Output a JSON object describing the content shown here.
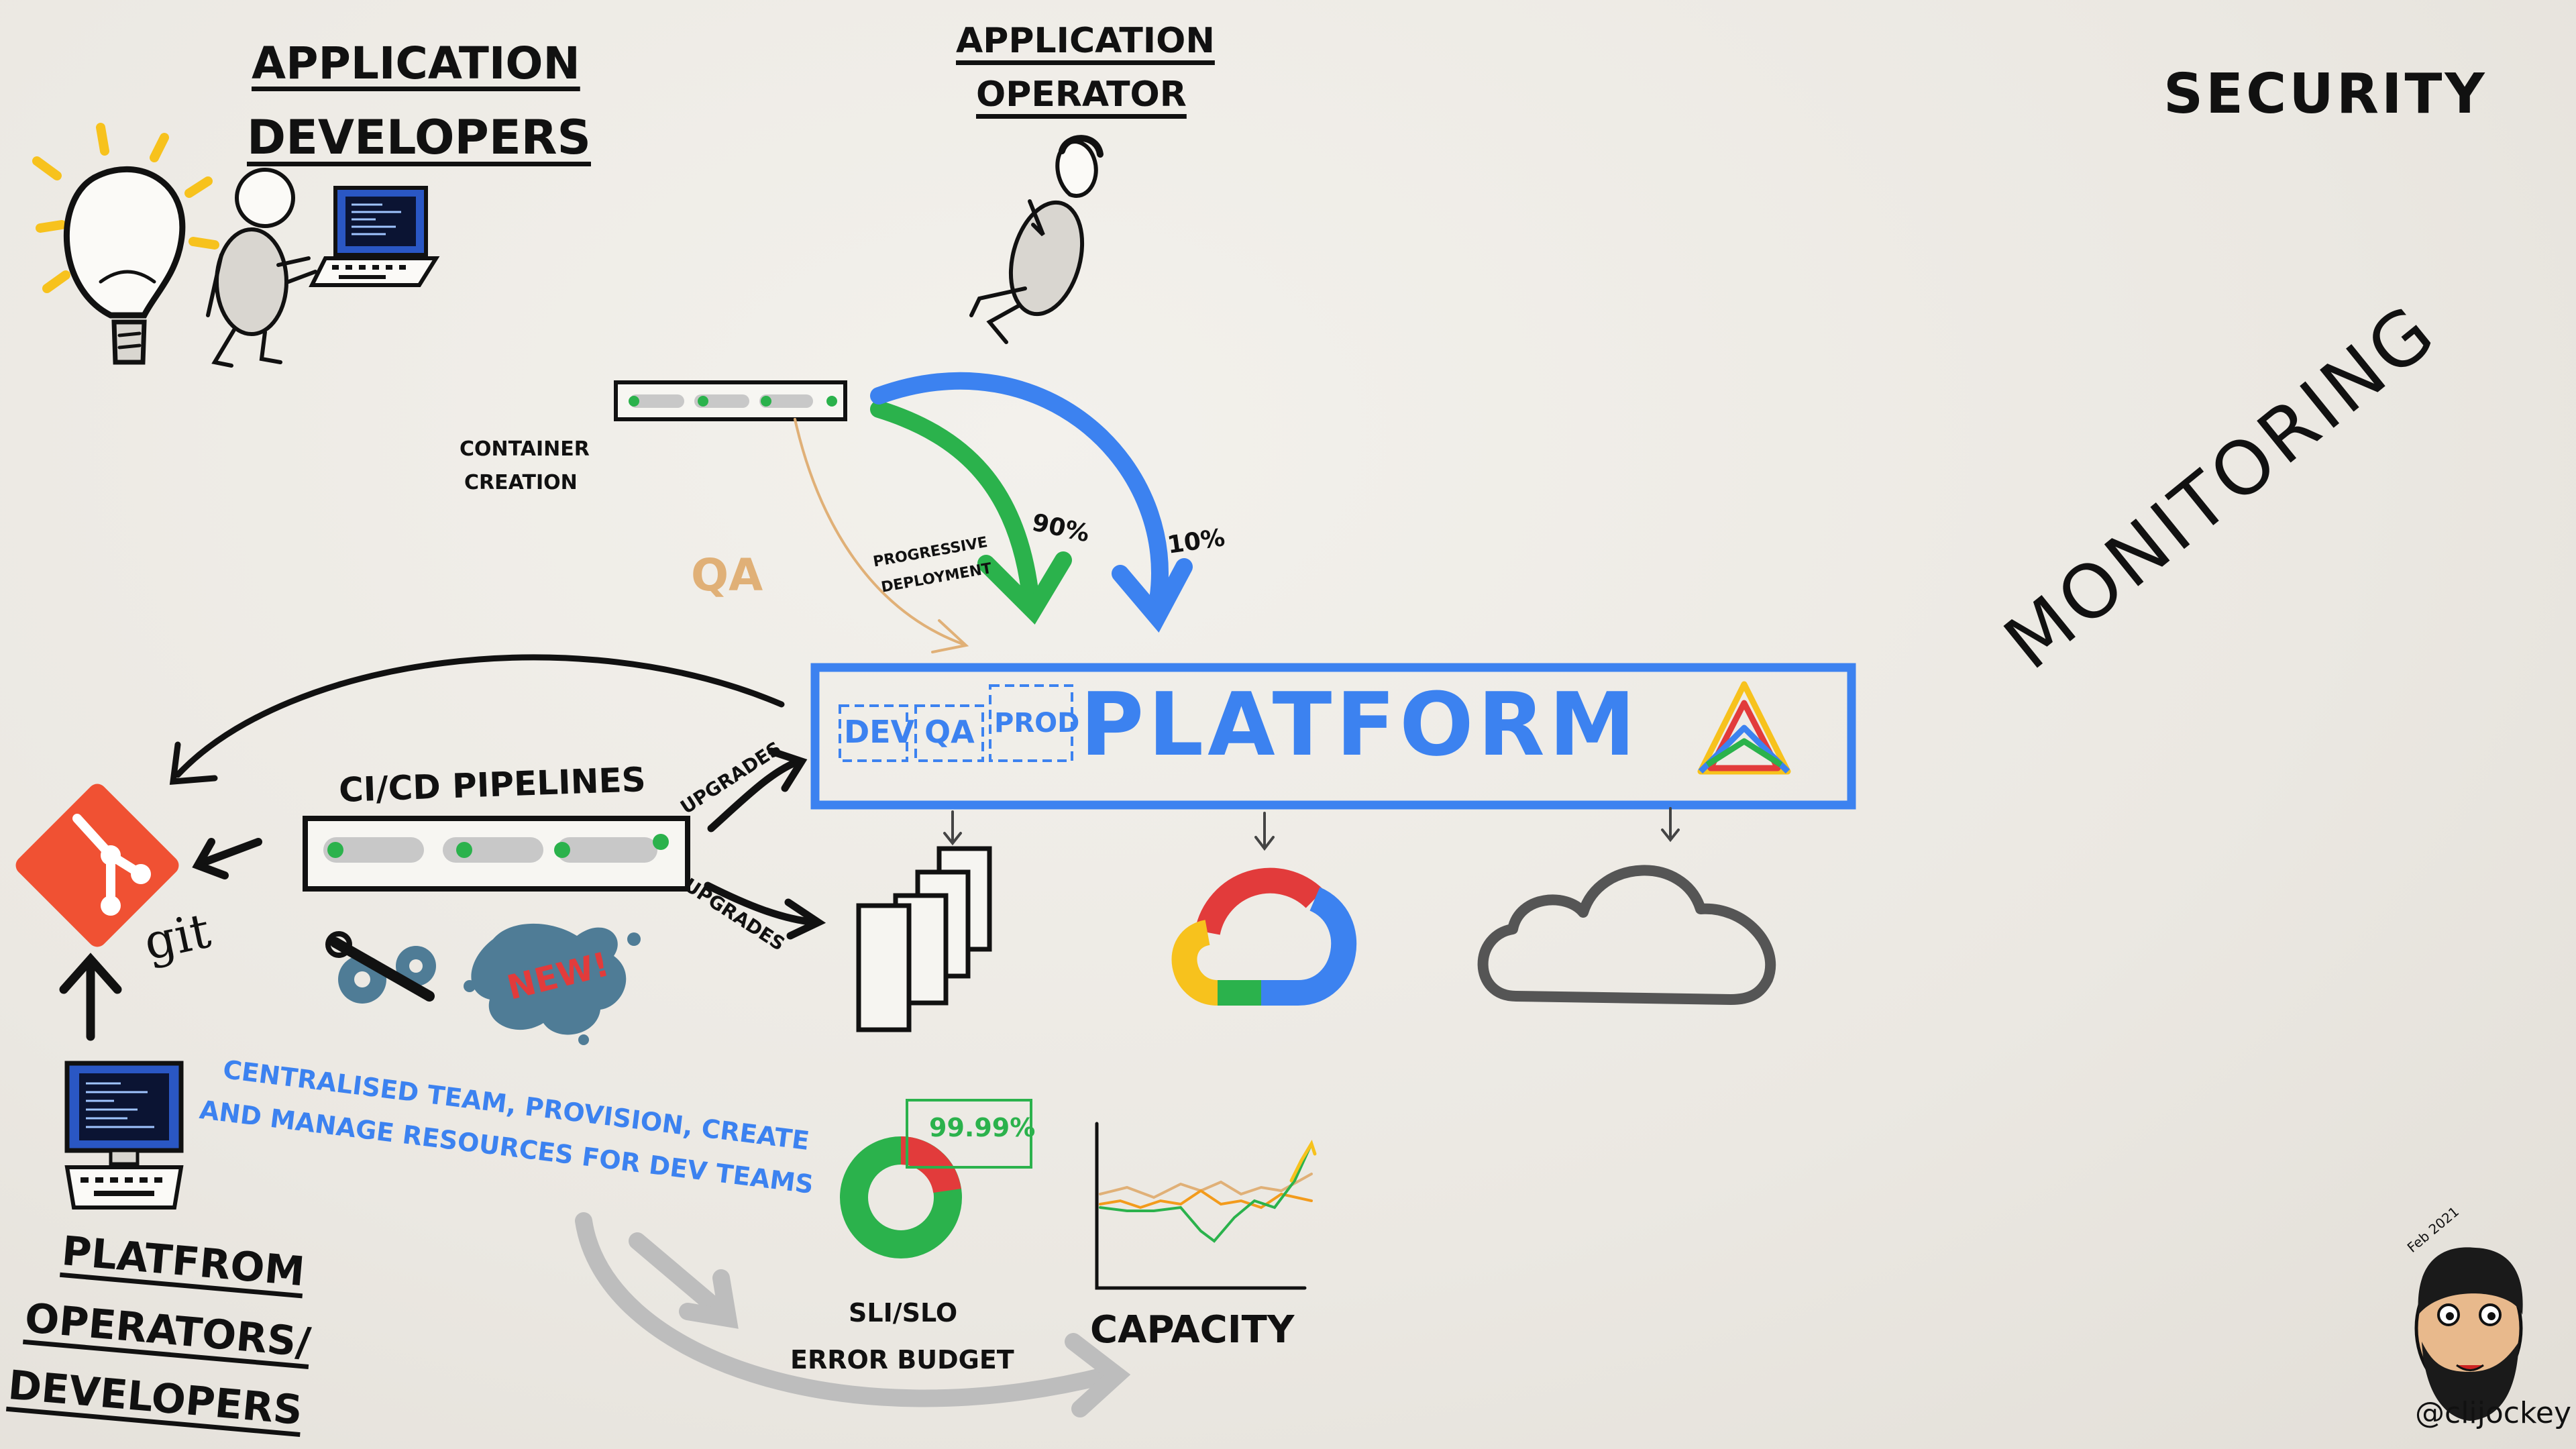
{
  "roles": {
    "app_developers": [
      "APPLICATION",
      "DEVELOPERS"
    ],
    "app_operator": [
      "APPLICATION",
      "OPERATOR"
    ],
    "platform_operators": [
      "PLATFROM",
      "OPERATORS/",
      "DEVELOPERS"
    ]
  },
  "security": "SECURITY",
  "monitoring": "MONITORING",
  "container_creation": [
    "CONTAINER",
    "CREATION"
  ],
  "qa": "QA",
  "progressive_deployment": [
    "PROGRESSIVE",
    "DEPLOYMENT"
  ],
  "traffic_split": {
    "green": "90%",
    "blue": "10%"
  },
  "platform": {
    "title": "PLATFORM",
    "environments": [
      "DEV",
      "QA",
      "PROD"
    ]
  },
  "cicd": "CI/CD PIPELINES",
  "upgrades": "UPGRADES",
  "git": "git",
  "new_badge": "NEW!",
  "centralised_team": [
    "CENTRALISED TEAM, PROVISION, CREATE",
    "AND MANAGE RESOURCES FOR DEV TEAMS"
  ],
  "slo": {
    "value": "99.99%",
    "label": [
      "SLI/SLO",
      "ERROR BUDGET"
    ]
  },
  "capacity": "CAPACITY",
  "author": {
    "date": "Feb 2021",
    "handle": "@clijockey"
  },
  "colors": {
    "blue": "#3c82f0",
    "green": "#2bb24c",
    "tan": "#e0b077",
    "git_orange": "#f05133",
    "splash": "#4f7c96",
    "red": "#e23b3b",
    "yellow": "#f7c21d"
  }
}
